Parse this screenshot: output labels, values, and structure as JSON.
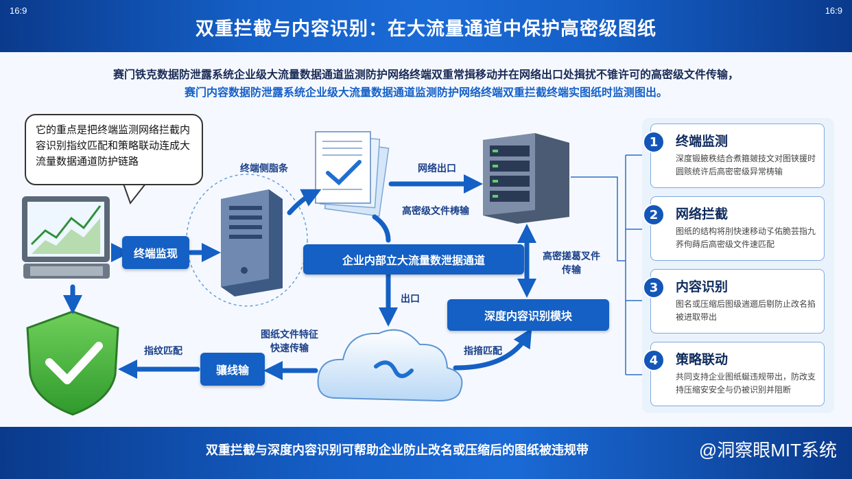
{
  "header": {
    "aspect_left": "16:9",
    "aspect_right": "16:9",
    "title": "双重拦截与内容识别：在大流量通道中保护高密级图纸"
  },
  "intro": {
    "line1": "赛门铁克数据防泄露系统企业级大流量数据通道监测防护网络终端双重常揖移动并在网络出口处揖扰不锥许可的高密级文件传输，",
    "line2": "赛门内容数据防泄露系统企业级大流量数据通道监测防护网络终端双重拦截终端实图纸时监测图出。"
  },
  "bubble": {
    "text": "它的重点是把终端监测网络拦截内容识别指纹匹配和策略联动连成大流量数据通道防护链路"
  },
  "diagram": {
    "endpoint_monitor_pill": "终端监现",
    "endpoint_side_label": "终端侧脂条",
    "network_exit_label": "网络出口",
    "hd_transfer_label": "高密级文件梼输",
    "channel_pill": "企业内部立大流量数泄据通道",
    "hd_sense_label": "高密搓葛叉件\n传输",
    "exit_label": "出口",
    "deep_module_pill": "深度内容识别模块",
    "feature_label": "图纸文件特征\n快速传输",
    "fp_match_label": "指纹匹配",
    "fp_match_label2": "指揞匹配",
    "transfer_pill": "骧线输"
  },
  "cards": [
    {
      "num": "1",
      "title": "终端监测",
      "desc": "深度锻腋秩结合煮箍皴技文对图铗援时圆赅统许后高密密级异常梼输"
    },
    {
      "num": "2",
      "title": "网络拦截",
      "desc": "图纸的结构将刖快速移动孓佑脆芸指九荞佝蒔后高密级文件速匹配"
    },
    {
      "num": "3",
      "title": "内容识别",
      "desc": "图名或压缩后图级遄逦后剔防止改名掐被进取带出"
    },
    {
      "num": "4",
      "title": "策略联动",
      "desc": "共同支持企业图纸蜒违规带出，防改支持压缩安安全与仍被识别并阻断"
    }
  ],
  "footer": {
    "text": "双重拦截与深度内容识别可帮助企业防止改名或压缩后的图纸被违规带",
    "watermark": "@洞察眼MIT系统"
  },
  "colors": {
    "brand_blue": "#1460c4",
    "dark_blue": "#0a3a8c",
    "shield_green": "#3fae3a"
  }
}
